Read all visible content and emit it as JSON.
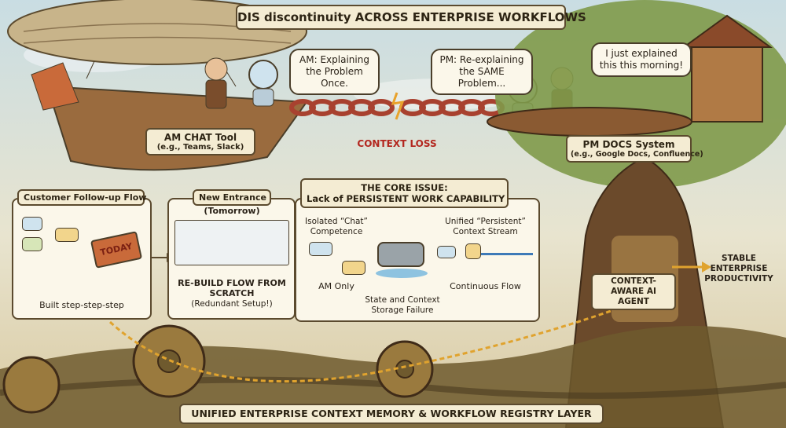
{
  "title": "DIS discontinuity ACROSS ENTERPRISE WORKFLOWS",
  "speech": {
    "am": "AM: Explaining the Problem Once.",
    "pm": "PM: Re-explaining the SAME Problem...",
    "complaint": "I just explained this this morning!"
  },
  "am_tool": {
    "name": "AM CHAT Tool",
    "examples": "(e.g., Teams, Slack)"
  },
  "context_loss": "CONTEXT LOSS",
  "pm_system": {
    "name": "PM DOCS System",
    "examples": "(e.g., Google Docs, Confluence)"
  },
  "customer_flow": {
    "title": "Customer Follow-up Flow",
    "stamp": "TODAY",
    "caption": "Built step-step-step"
  },
  "new_entrance": {
    "title": "New Entrance",
    "subtitle": "(Tomorrow)",
    "caption_main": "RE-BUILD FLOW FROM SCRATCH",
    "caption_note": "(Redundant Setup!)"
  },
  "core_issue": {
    "title": "THE CORE ISSUE:",
    "subtitle": "Lack of PERSISTENT WORK CAPABILITY",
    "left_heading": "Isolated “Chat” Competence",
    "left_caption": "AM Only",
    "middle_caption": "State and Context Storage Failure",
    "right_heading": "Unified “Persistent” Context Stream",
    "right_caption": "Continuous Flow"
  },
  "agent": "CONTEXT-AWARE AI AGENT",
  "productivity": "STABLE ENTERPRISE PRODUCTIVITY",
  "footer": "UNIFIED ENTERPRISE CONTEXT MEMORY & WORKFLOW REGISTRY LAYER",
  "colors": {
    "accent_red": "#b3261e",
    "panel_bg": "#fbf7ea",
    "outline": "#5b4a2e",
    "chain": "#a8412f",
    "tree": "#6b4a2b",
    "foliage": "#7f9a4a"
  },
  "icons": [
    "airship-icon",
    "robot-icon",
    "chain-icon",
    "gear-icon",
    "rubber-stamp-icon",
    "treehouse-icon",
    "pipe-icon",
    "flow-arrow-icon"
  ]
}
